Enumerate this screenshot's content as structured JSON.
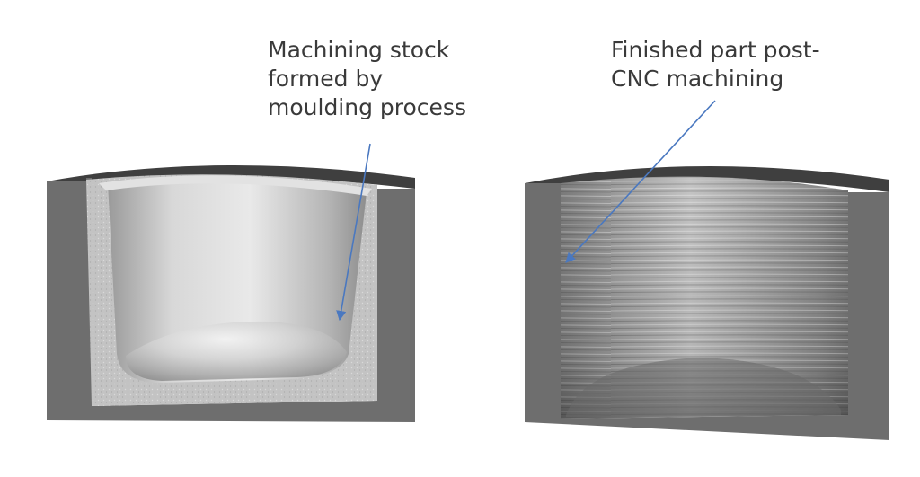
{
  "captions": {
    "stock": {
      "lines": [
        "Machining stock",
        "formed by",
        "moulding process"
      ]
    },
    "finished": {
      "lines": [
        "Finished part post-",
        "CNC machining"
      ]
    }
  },
  "colors": {
    "arrow": "#4a78c0",
    "block_gray": "#6e6e6e",
    "rim_dark": "#3f3f3f",
    "text": "#3a3a3a"
  }
}
